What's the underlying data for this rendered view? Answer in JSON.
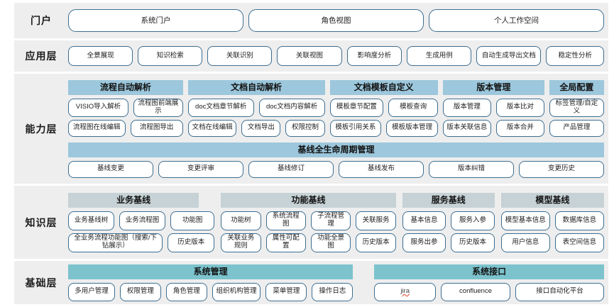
{
  "layers": [
    {
      "id": "portal",
      "label": "门户"
    },
    {
      "id": "app",
      "label": "应用层"
    },
    {
      "id": "cap",
      "label": "能力层"
    },
    {
      "id": "know",
      "label": "知识层"
    },
    {
      "id": "base",
      "label": "基础层"
    }
  ],
  "colors": {
    "band_bg": "#eeeeee",
    "pill_border": "#3d6e91",
    "capability_header": "#9cc7dc",
    "knowledge_header": "#c6d2d5",
    "base_header": "#7cc3cd",
    "text": "#1b1b1b",
    "jira_underline": "#e03b24"
  },
  "portal": {
    "label": "门户",
    "items": [
      "系统门户",
      "角色视图",
      "个人工作空间"
    ]
  },
  "application": {
    "label": "应用层",
    "items": [
      "全景展现",
      "知识检索",
      "关联识别",
      "关联视图",
      "影响度分析",
      "生成用例",
      "自动生成导出文档",
      "稳定性分析"
    ]
  },
  "capability": {
    "label": "能力层",
    "groups": [
      {
        "title": "流程自动解析",
        "row1": [
          "VISIO导入解析",
          "流程图前端展示"
        ],
        "row2": [
          "流程图在线编辑",
          "流程图导出"
        ]
      },
      {
        "title": "文档自动解析",
        "row1": [
          "doc文档章节解析",
          "doc文档内容解析"
        ],
        "row2": [
          "文档在线编辑",
          "文档导出",
          "权限控制"
        ]
      },
      {
        "title": "文档模板自定义",
        "row1": [
          "模板章节配置",
          "模板查询"
        ],
        "row2": [
          "模板引用关系",
          "模板版本管理"
        ]
      },
      {
        "title": "版本管理",
        "row1": [
          "版本管理",
          "版本比对"
        ],
        "row2": [
          "版本关联信息",
          "版本合并"
        ]
      },
      {
        "title": "全局配置",
        "row1": [
          "标签管理/自定义"
        ],
        "row2": [
          "产品管理"
        ]
      }
    ],
    "lifecycle": {
      "title": "基线全生命周期管理",
      "items": [
        "基线变更",
        "变更评审",
        "基线修订",
        "基线发布",
        "版本纠错",
        "变更历史"
      ]
    }
  },
  "knowledge": {
    "label": "知识层",
    "groups": [
      {
        "title": "业务基线",
        "row1": [
          "业务基线树",
          "业务流程图",
          "功能图"
        ],
        "row2": [
          "全业务流程功能图（搜索/下钻展示）",
          "历史版本"
        ]
      },
      {
        "title": "功能基线",
        "row1": [
          "功能树",
          "系统流程图",
          "子流程管理",
          "关联服务"
        ],
        "row2": [
          "关联业务规则",
          "属性可配置",
          "功能全景图",
          "历史版本"
        ]
      },
      {
        "title": "服务基线",
        "row1": [
          "基本信息",
          "服务入参"
        ],
        "row2": [
          "服务出参",
          "历史版本"
        ]
      },
      {
        "title": "模型基线",
        "row1": [
          "模型基本信息",
          "数据库信息"
        ],
        "row2": [
          "用户信息",
          "表空间信息"
        ]
      }
    ]
  },
  "base": {
    "label": "基础层",
    "groups": [
      {
        "title": "系统管理",
        "row1": [
          "多用户管理",
          "权限管理",
          "角色管理",
          "组织机构管理",
          "菜单管理",
          "操作日志"
        ]
      },
      {
        "title": "系统接口",
        "row1": [
          "jira",
          "confluence",
          "接口自动化平台"
        ]
      }
    ]
  }
}
